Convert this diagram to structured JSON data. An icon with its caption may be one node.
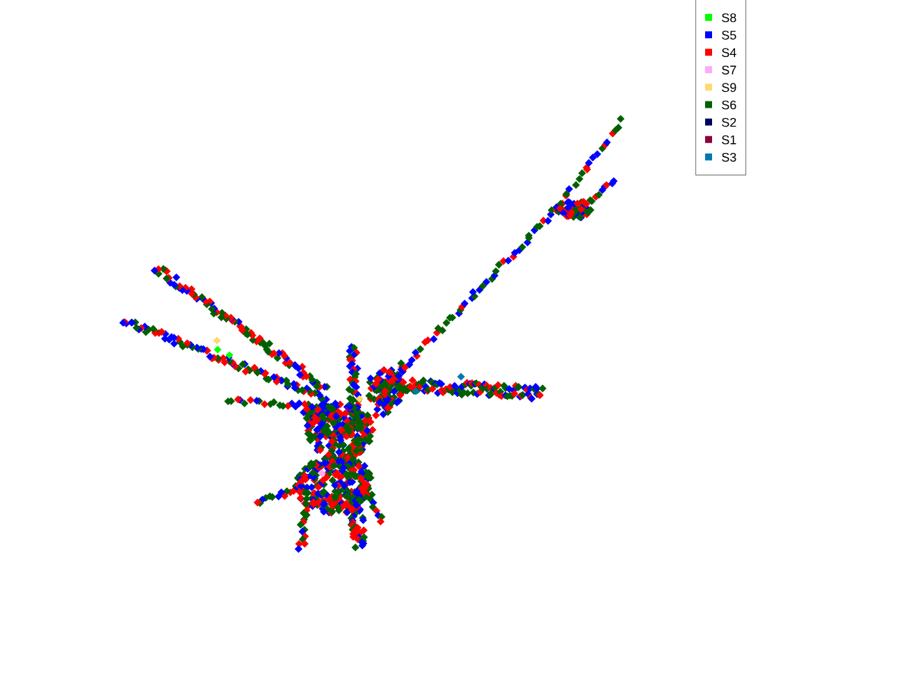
{
  "diagram": {
    "legend": [
      {
        "text": "S8",
        "color": "#00ff00"
      },
      {
        "text": "S5",
        "color": "#0000ff"
      },
      {
        "text": "S4",
        "color": "#ff0000"
      },
      {
        "text": "S7",
        "color": "#ffaaf8"
      },
      {
        "text": "S9",
        "color": "#ffd86e"
      },
      {
        "text": "S6",
        "color": "#006000"
      },
      {
        "text": "S2",
        "color": "#000060"
      },
      {
        "text": "S1",
        "color": "#8c0038"
      },
      {
        "text": "S3",
        "color": "#0078b0"
      }
    ]
  }
}
